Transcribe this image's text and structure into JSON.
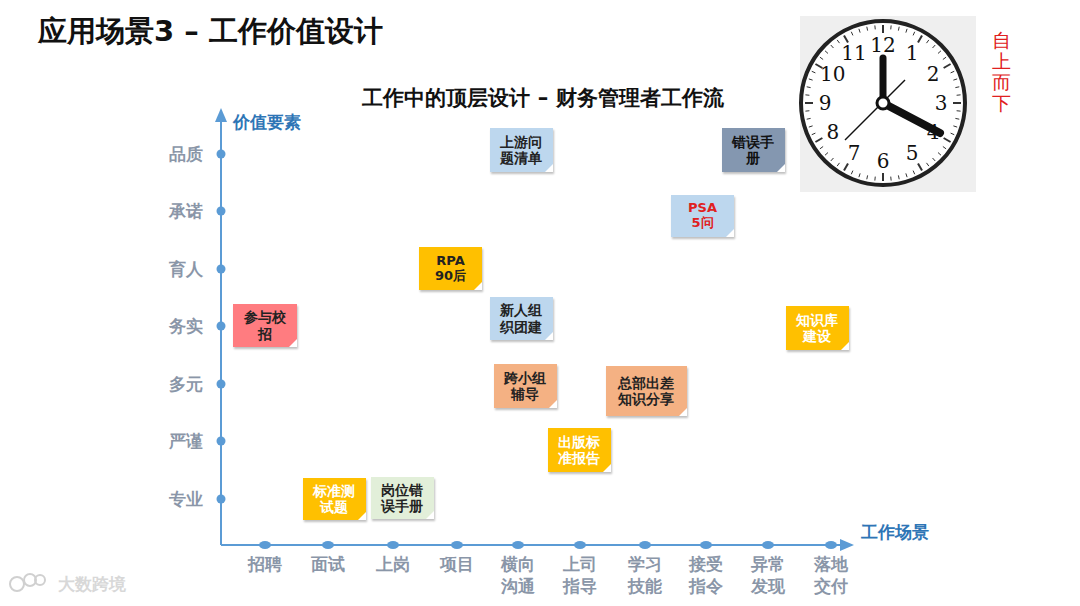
{
  "diagram": {
    "title": "应用场景3 – 工作价值设计",
    "nodes": [
      {
        "text": [
          "上游问题清单"
        ]
      },
      {
        "text": [
          "错误手册"
        ]
      },
      {
        "text": [
          "PSA 5问"
        ]
      },
      {
        "text": [
          "RPA 90后"
        ]
      },
      {
        "text": [
          "参与校招"
        ]
      },
      {
        "text": [
          "新人组织团建"
        ]
      },
      {
        "text": [
          "知识库建设"
        ]
      },
      {
        "text": [
          "跨小组辅导"
        ]
      },
      {
        "text": [
          "总部出差知识分享"
        ]
      },
      {
        "text": [
          "出版标准报告"
        ]
      },
      {
        "text": [
          "标准测试题"
        ]
      },
      {
        "text": [
          "岗位错误手册"
        ]
      }
    ],
    "labels": [
      "工作中的顶层设计 – 财务管理者工作流",
      "价值要素",
      "品质",
      "承诺",
      "育人",
      "务实",
      "多元",
      "严谨",
      "专业",
      "工作场景",
      "招聘",
      "面试",
      "上岗",
      "项目",
      "横向沟通",
      "上司指导",
      "学习技能",
      "接受指令",
      "异常发现",
      "落地交付",
      "12",
      "1",
      "2",
      "3",
      "4",
      "5",
      "6",
      "7",
      "8",
      "9",
      "10",
      "11",
      "自上而下",
      "大数跨境"
    ]
  }
}
